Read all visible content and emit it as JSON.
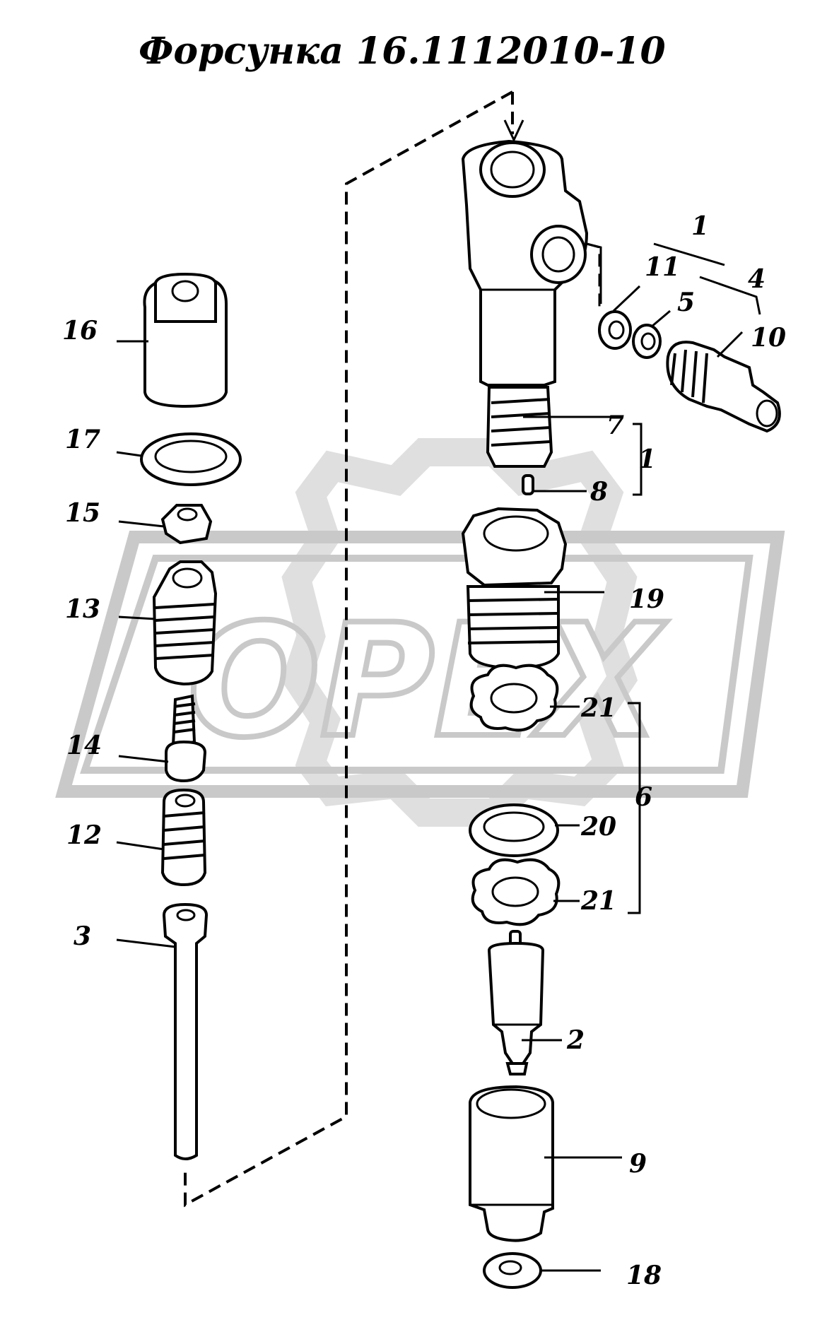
{
  "title": "Форсунка 16.1112010-10",
  "watermark": "OPEX",
  "colors": {
    "line": "#000000",
    "background": "#ffffff",
    "watermark": "#c9c9c9"
  },
  "labels": {
    "p1_top": "1",
    "p4": "4",
    "p11": "11",
    "p5": "5",
    "p10": "10",
    "p7": "7",
    "p1_side": "1",
    "p8": "8",
    "p16": "16",
    "p17": "17",
    "p15": "15",
    "p13": "13",
    "p19": "19",
    "p21_top": "21",
    "p6": "6",
    "p14": "14",
    "p20": "20",
    "p12": "12",
    "p21_bottom": "21",
    "p3": "3",
    "p2": "2",
    "p9": "9",
    "p18": "18"
  }
}
